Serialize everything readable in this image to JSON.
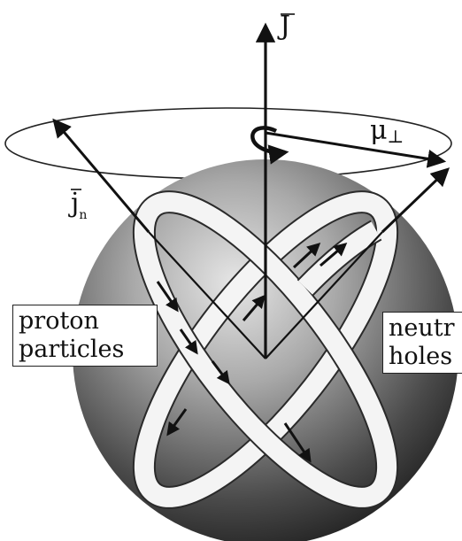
{
  "labels": {
    "J": "J",
    "mu_base": "μ",
    "mu_sub": "⊥",
    "jn_base": "j",
    "jn_sub": "n"
  },
  "left_box": {
    "line1": "proton",
    "line2": "particles"
  },
  "right_box": {
    "line1": "neutr",
    "line2": "holes"
  }
}
